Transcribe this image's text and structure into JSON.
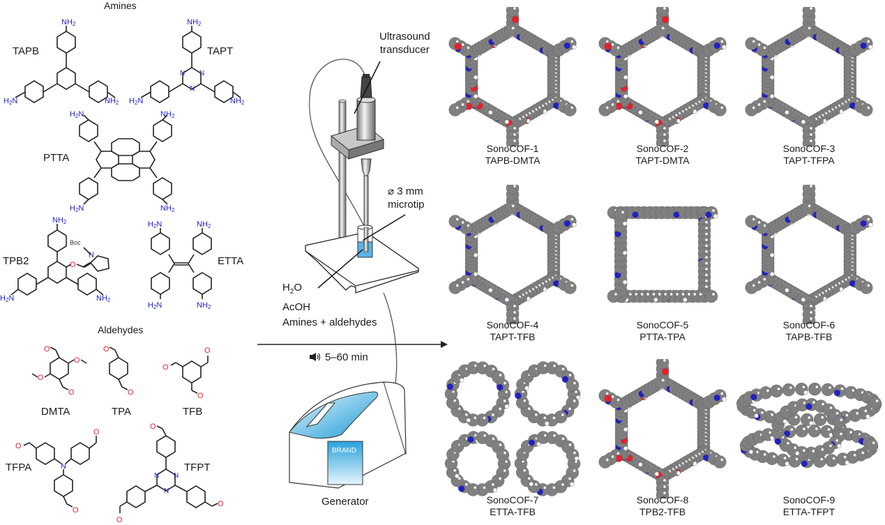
{
  "sections": {
    "amines_title": "Amines",
    "aldehydes_title": "Aldehydes"
  },
  "amines": [
    {
      "name": "TAPB",
      "group": "NH2",
      "group_left": "H2N"
    },
    {
      "name": "TAPT",
      "group": "NH2",
      "group_left": "H2N",
      "ring_atom": "N"
    },
    {
      "name": "PTTA",
      "group": "NH2",
      "group_left": "H2N"
    },
    {
      "name": "TPB2",
      "group": "NH2",
      "group_left": "H2N",
      "protecting_group": "Boc",
      "ring_atom": "N",
      "ether": "O"
    },
    {
      "name": "ETTA",
      "group": "NH2",
      "group_left": "H2N"
    }
  ],
  "aldehydes": [
    {
      "name": "DMTA",
      "group": "O"
    },
    {
      "name": "TPA",
      "group": "O"
    },
    {
      "name": "TFB",
      "group": "O"
    },
    {
      "name": "TFPA",
      "group": "O",
      "center": "N"
    },
    {
      "name": "TFPT",
      "group": "O",
      "ring_atom": "N"
    }
  ],
  "setup": {
    "transducer_label_1": "Ultrasound",
    "transducer_label_2": "transducer",
    "microtip_label_1": "⌀ 3 mm",
    "microtip_label_2": "microtip",
    "reagent_1": "H",
    "reagent_1_sub": "2",
    "reagent_1_end": "O",
    "reagent_2": "AcOH",
    "reagent_3": "Amines + aldehydes",
    "time_label": "5–60 min",
    "generator_brand": "BRAND",
    "generator_label": "Generator"
  },
  "colors": {
    "nitrogen": "#2020c8",
    "oxygen": "#e8202a",
    "liquid": "#5ab4e8",
    "carbon": "#808080"
  },
  "products": [
    {
      "name": "SonoCOF-1",
      "combo": "TAPB-DMTA",
      "shape": "hex",
      "oxygen": true
    },
    {
      "name": "SonoCOF-2",
      "combo": "TAPT-DMTA",
      "shape": "hex",
      "oxygen": true
    },
    {
      "name": "SonoCOF-3",
      "combo": "TAPT-TFPA",
      "shape": "hex",
      "oxygen": false
    },
    {
      "name": "SonoCOF-4",
      "combo": "TAPT-TFB",
      "shape": "hex",
      "oxygen": false
    },
    {
      "name": "SonoCOF-5",
      "combo": "PTTA-TPA",
      "shape": "square",
      "oxygen": false
    },
    {
      "name": "SonoCOF-6",
      "combo": "TAPB-TFB",
      "shape": "hex",
      "oxygen": false
    },
    {
      "name": "SonoCOF-7",
      "combo": "ETTA-TFB",
      "shape": "grid",
      "oxygen": false
    },
    {
      "name": "SonoCOF-8",
      "combo": "TPB2-TFB",
      "shape": "hex",
      "oxygen": true
    },
    {
      "name": "SonoCOF-9",
      "combo": "ETTA-TFPT",
      "shape": "cage",
      "oxygen": false
    }
  ]
}
